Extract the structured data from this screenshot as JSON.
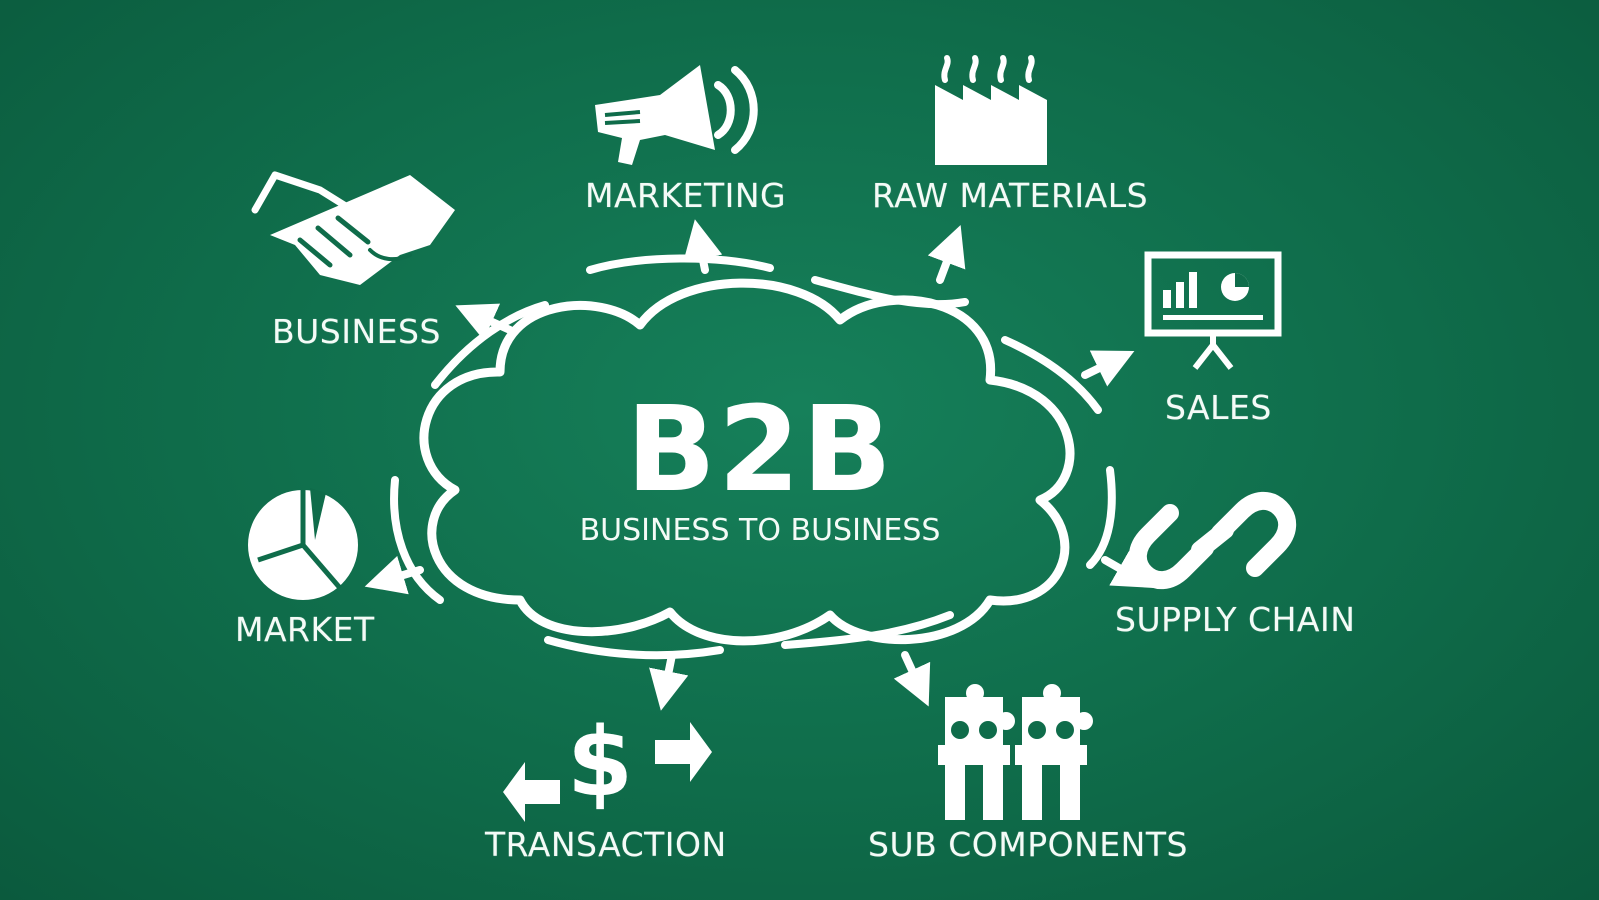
{
  "center": {
    "title": "B2B",
    "subtitle": "BUSINESS TO BUSINESS"
  },
  "nodes": {
    "business": "BUSINESS",
    "marketing": "MARKETING",
    "raw_materials": "RAW MATERIALS",
    "sales": "SALES",
    "market": "MARKET",
    "supply_chain": "SUPPLY CHAIN",
    "transaction": "TRANSACTION",
    "sub_components": "SUB COMPONENTS"
  },
  "colors": {
    "background": "#0f6c4a",
    "foreground": "#ffffff"
  }
}
